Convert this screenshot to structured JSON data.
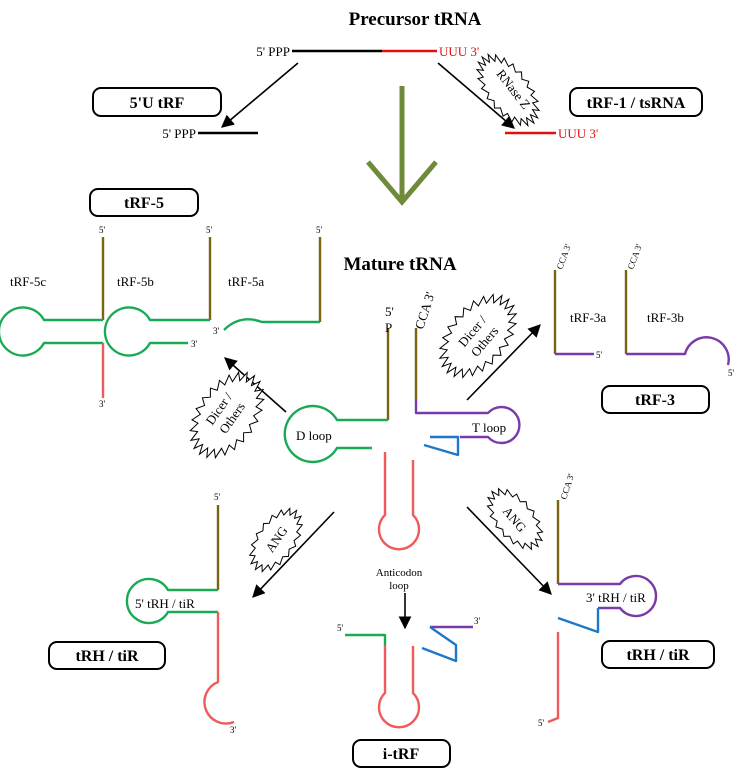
{
  "titles": {
    "precursor": "Precursor tRNA",
    "mature": "Mature tRNA"
  },
  "precursor": {
    "five_prime": "5' PPP",
    "three_prime": "UUU 3'"
  },
  "boxes": {
    "five_u_trf": "5'U tRF",
    "trf1": "tRF-1 / tsRNA",
    "trf5": "tRF-5",
    "trf3": "tRF-3",
    "trh_left": "tRH / tiR",
    "trh_right": "tRH / tiR",
    "itrf": "i-tRF"
  },
  "fragments": {
    "five_u_ppp": "5' PPP",
    "trf1_uuu": "UUU 3'",
    "trf5c": "tRF-5c",
    "trf5b": "tRF-5b",
    "trf5a": "tRF-5a",
    "trf3a": "tRF-3a",
    "trf3b": "tRF-3b",
    "trh5": "5' tRH / tiR",
    "trh3": "3' tRH / tiR"
  },
  "enzymes": {
    "rnase_z": "RNase Z",
    "dicer_left": [
      "Dicer /",
      "Others"
    ],
    "dicer_right": [
      "Dicer /",
      "Others"
    ],
    "ang_left": "ANG",
    "ang_right": "ANG"
  },
  "mature": {
    "five_p": [
      "5'",
      "P"
    ],
    "cca": "CCA 3'",
    "d_loop": "D loop",
    "t_loop": "T loop",
    "anticodon": [
      "Anticodon",
      "loop"
    ]
  },
  "ends": {
    "five": "5'",
    "three": "3'",
    "cca3": "CCA 3'"
  },
  "colors": {
    "green": "#1aaa55",
    "olive": "#7a6412",
    "pink": "#ef5a5a",
    "blue": "#1e78c8",
    "purple": "#7a3aa8",
    "red": "#e01010",
    "big_arrow": "#6f8a3a"
  }
}
